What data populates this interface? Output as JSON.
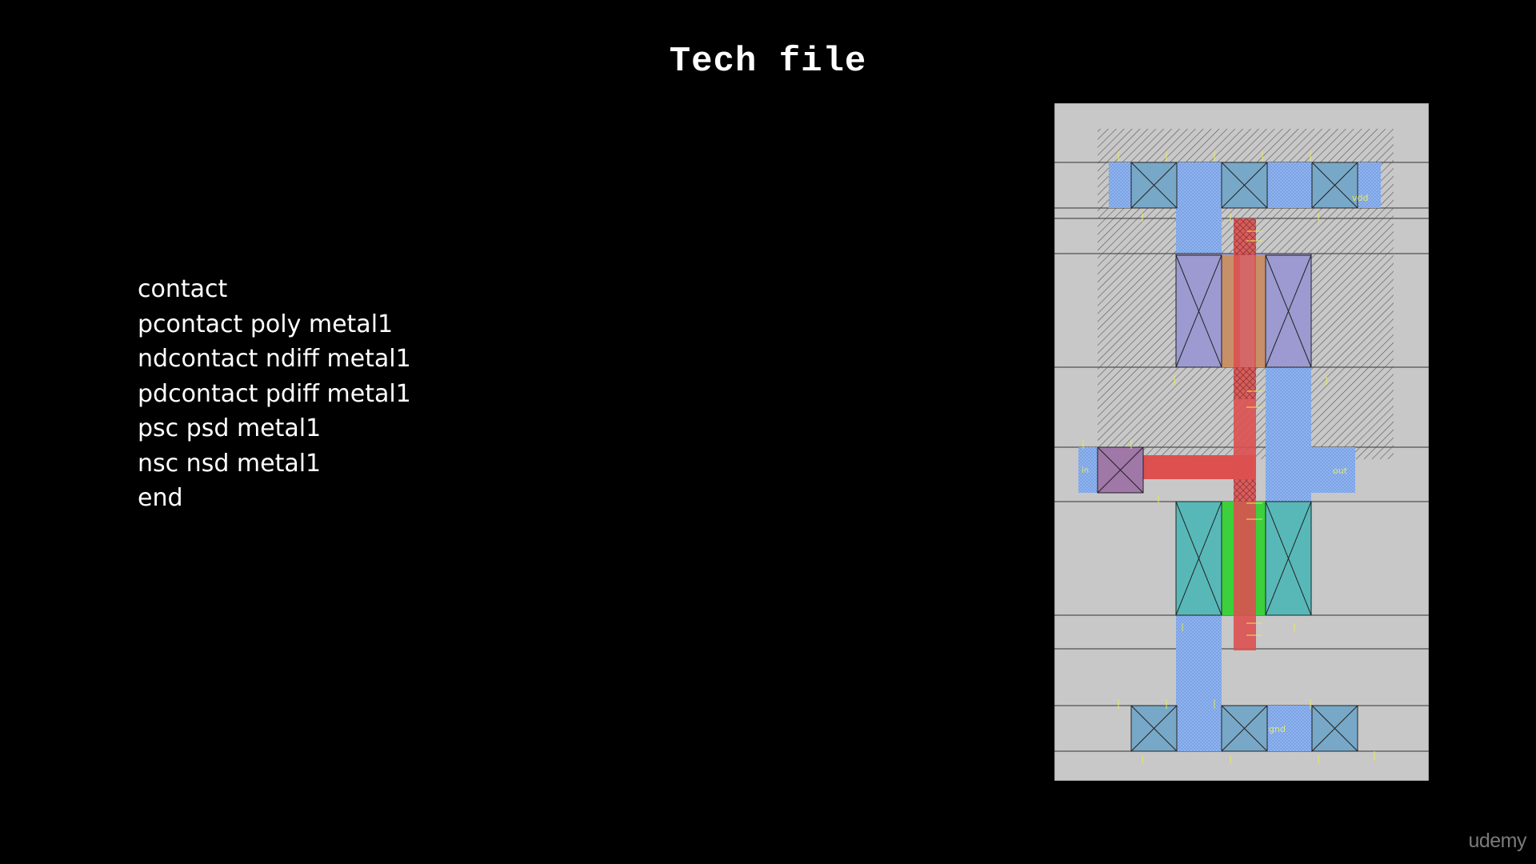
{
  "slide": {
    "title": "Tech file",
    "lines": [
      "contact",
      "pcontact poly metal1",
      "ndcontact ndiff metal1",
      "pdcontact pdiff metal1",
      "psc psd metal1",
      "nsc nsd metal1",
      "end"
    ],
    "watermark": "udemy"
  },
  "layout": {
    "labels": {
      "vdd": "vdd",
      "input": "in",
      "output": "out",
      "gnd": "gnd"
    },
    "colors": {
      "background": "#c8c8c8",
      "metal1": "#8fb4f0",
      "poly": "#dc5050",
      "ndiff": "#4ab8a8",
      "ntransistor": "#3cd03c",
      "pdiff": "#b08aa0",
      "ptransistor": "#c89068",
      "nwell_hatch": "#4a4a4a",
      "label_text": "#e8e860"
    }
  }
}
